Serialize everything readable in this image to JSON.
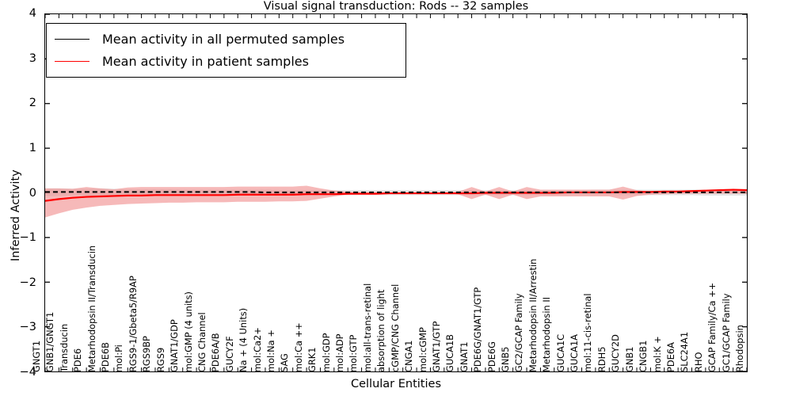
{
  "chart_data": {
    "type": "line",
    "title": "Visual signal transduction: Rods -- 32 samples",
    "xlabel": "Cellular Entities",
    "ylabel": "Inferred Activity",
    "ylim": [
      -4,
      4
    ],
    "yticks": [
      4,
      3,
      2,
      1,
      0,
      -1,
      -2,
      -3,
      -4
    ],
    "ytick_labels": [
      "4",
      "3",
      "2",
      "1",
      "0",
      "−1",
      "−2",
      "−3",
      "−4"
    ],
    "grid": false,
    "legend_position": "upper left",
    "categories": [
      "GNGT1",
      "GNB1/GNGT1",
      "Transducin",
      "PDE6",
      "Metarhodopsin II/Transducin",
      "PDE6B",
      "mol:Pi",
      "RGS9-1/Gbeta5/R9AP",
      "RGS9BP",
      "RGS9",
      "GNAT1/GDP",
      "mol:GMP (4 units)",
      "CNG Channel",
      "PDE6A/B",
      "GUCY2F",
      "Na + (4 Units)",
      "mol:Ca2+",
      "mol:Na +",
      "SAG",
      "mol:Ca ++",
      "GRK1",
      "mol:GDP",
      "mol:ADP",
      "mol:GTP",
      "mol:all-trans-retinal",
      "absorption of light",
      "cGMP/CNG Channel",
      "CNGA1",
      "mol:cGMP",
      "GNAT1/GTP",
      "GUCA1B",
      "GNAT1",
      "PDE6G/GNAT1/GTP",
      "PDE6G",
      "GNB5",
      "GC2/GCAP Family",
      "Metarhodopsin II/Arrestin",
      "Metarhodopsin II",
      "GUCA1C",
      "GUCA1A",
      "mol:11-cis-retinal",
      "RDH5",
      "GUCY2D",
      "GNB1",
      "CNGB1",
      "mol:K +",
      "PDE6A",
      "SLC24A1",
      "RHO",
      "GCAP Family/Ca ++",
      "GC1/GCAP Family",
      "Rhodopsin"
    ],
    "series": [
      {
        "name": "Mean activity in all permuted samples",
        "color": "#000000",
        "style": "dashed",
        "band_color": "#cccccc",
        "values": [
          0.02,
          0.02,
          0.02,
          0.02,
          0.02,
          0.02,
          0.02,
          0.02,
          0.02,
          0.02,
          0.02,
          0.02,
          0.02,
          0.02,
          0.02,
          0.02,
          0.01,
          0.01,
          0.01,
          0.01,
          0.01,
          0.01,
          0.01,
          0.01,
          0.01,
          0.01,
          0.01,
          0.01,
          0.01,
          0.01,
          0.01,
          0.01,
          0.01,
          0.01,
          0.01,
          0.01,
          0.01,
          0.01,
          0.01,
          0.01,
          0.01,
          0.01,
          0.01,
          0.01,
          0.01,
          0.01,
          0.01,
          0.01,
          0.01,
          0.01,
          0.01,
          0.01
        ],
        "band_upper": [
          0.1,
          0.1,
          0.09,
          0.09,
          0.1,
          0.09,
          0.08,
          0.08,
          0.08,
          0.08,
          0.07,
          0.07,
          0.07,
          0.07,
          0.07,
          0.07,
          0.07,
          0.06,
          0.06,
          0.06,
          0.06,
          0.06,
          0.06,
          0.06,
          0.06,
          0.06,
          0.06,
          0.06,
          0.06,
          0.06,
          0.06,
          0.06,
          0.06,
          0.06,
          0.06,
          0.06,
          0.06,
          0.06,
          0.06,
          0.06,
          0.07,
          0.07,
          0.07,
          0.07,
          0.07,
          0.07,
          0.07,
          0.07,
          0.07,
          0.08,
          0.08,
          0.08
        ],
        "band_lower": [
          -0.07,
          -0.07,
          -0.06,
          -0.06,
          -0.07,
          -0.06,
          -0.06,
          -0.06,
          -0.06,
          -0.06,
          -0.05,
          -0.05,
          -0.05,
          -0.05,
          -0.05,
          -0.05,
          -0.05,
          -0.05,
          -0.05,
          -0.05,
          -0.05,
          -0.05,
          -0.05,
          -0.05,
          -0.05,
          -0.05,
          -0.05,
          -0.05,
          -0.05,
          -0.05,
          -0.05,
          -0.05,
          -0.05,
          -0.05,
          -0.05,
          -0.05,
          -0.05,
          -0.05,
          -0.05,
          -0.05,
          -0.05,
          -0.05,
          -0.05,
          -0.05,
          -0.05,
          -0.05,
          -0.05,
          -0.05,
          -0.06,
          -0.06,
          -0.06,
          -0.06
        ]
      },
      {
        "name": "Mean activity in patient samples",
        "color": "#ff0000",
        "style": "solid",
        "band_color": "#f08a8a",
        "values": [
          -0.18,
          -0.14,
          -0.11,
          -0.09,
          -0.08,
          -0.07,
          -0.06,
          -0.06,
          -0.05,
          -0.05,
          -0.05,
          -0.05,
          -0.05,
          -0.05,
          -0.04,
          -0.04,
          -0.04,
          -0.04,
          -0.04,
          -0.03,
          -0.03,
          -0.03,
          -0.02,
          -0.02,
          -0.02,
          -0.01,
          -0.01,
          -0.01,
          -0.01,
          -0.01,
          -0.01,
          -0.01,
          0.0,
          0.0,
          0.0,
          0.0,
          0.0,
          0.0,
          0.01,
          0.01,
          0.01,
          0.01,
          0.02,
          0.02,
          0.02,
          0.03,
          0.03,
          0.04,
          0.05,
          0.06,
          0.07,
          0.06
        ],
        "band_upper": [
          0.1,
          0.1,
          0.09,
          0.13,
          0.1,
          0.08,
          0.12,
          0.13,
          0.13,
          0.13,
          0.13,
          0.13,
          0.13,
          0.13,
          0.14,
          0.14,
          0.14,
          0.14,
          0.14,
          0.16,
          0.1,
          0.05,
          0.02,
          0.01,
          0.01,
          0.01,
          0.01,
          0.01,
          0.01,
          0.01,
          0.02,
          0.13,
          0.03,
          0.13,
          0.03,
          0.13,
          0.07,
          0.07,
          0.07,
          0.07,
          0.07,
          0.07,
          0.14,
          0.06,
          0.03,
          0.02,
          0.02,
          0.02,
          0.02,
          0.03,
          0.09,
          0.08
        ],
        "band_lower": [
          -0.55,
          -0.46,
          -0.38,
          -0.33,
          -0.29,
          -0.27,
          -0.25,
          -0.24,
          -0.23,
          -0.22,
          -0.22,
          -0.21,
          -0.21,
          -0.21,
          -0.2,
          -0.2,
          -0.2,
          -0.19,
          -0.19,
          -0.18,
          -0.13,
          -0.08,
          -0.04,
          -0.02,
          -0.02,
          -0.02,
          -0.02,
          -0.02,
          -0.02,
          -0.02,
          -0.03,
          -0.14,
          -0.04,
          -0.14,
          -0.04,
          -0.14,
          -0.08,
          -0.08,
          -0.08,
          -0.08,
          -0.08,
          -0.08,
          -0.15,
          -0.07,
          -0.04,
          -0.03,
          -0.02,
          -0.02,
          -0.02,
          -0.02,
          -0.02,
          -0.02
        ]
      }
    ],
    "legend_entries": [
      "Mean activity in all permuted samples",
      "Mean activity in patient samples"
    ]
  }
}
